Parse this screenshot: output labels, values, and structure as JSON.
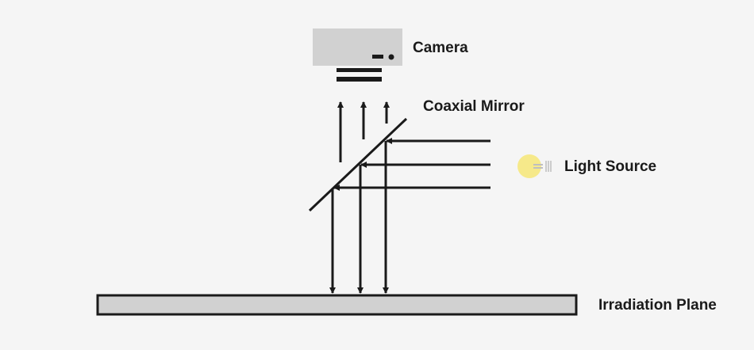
{
  "labels": {
    "camera": "Camera",
    "mirror": "Coaxial Mirror",
    "light_source": "Light Source",
    "plane": "Irradiation Plane"
  },
  "colors": {
    "background": "#f5f5f5",
    "camera_body": "#d1d1d1",
    "plane_fill": "#d1d1d1",
    "stroke": "#1a1a1a",
    "bulb": "#f6e98a"
  },
  "icons": {
    "light_source": "light-bulb-icon"
  }
}
